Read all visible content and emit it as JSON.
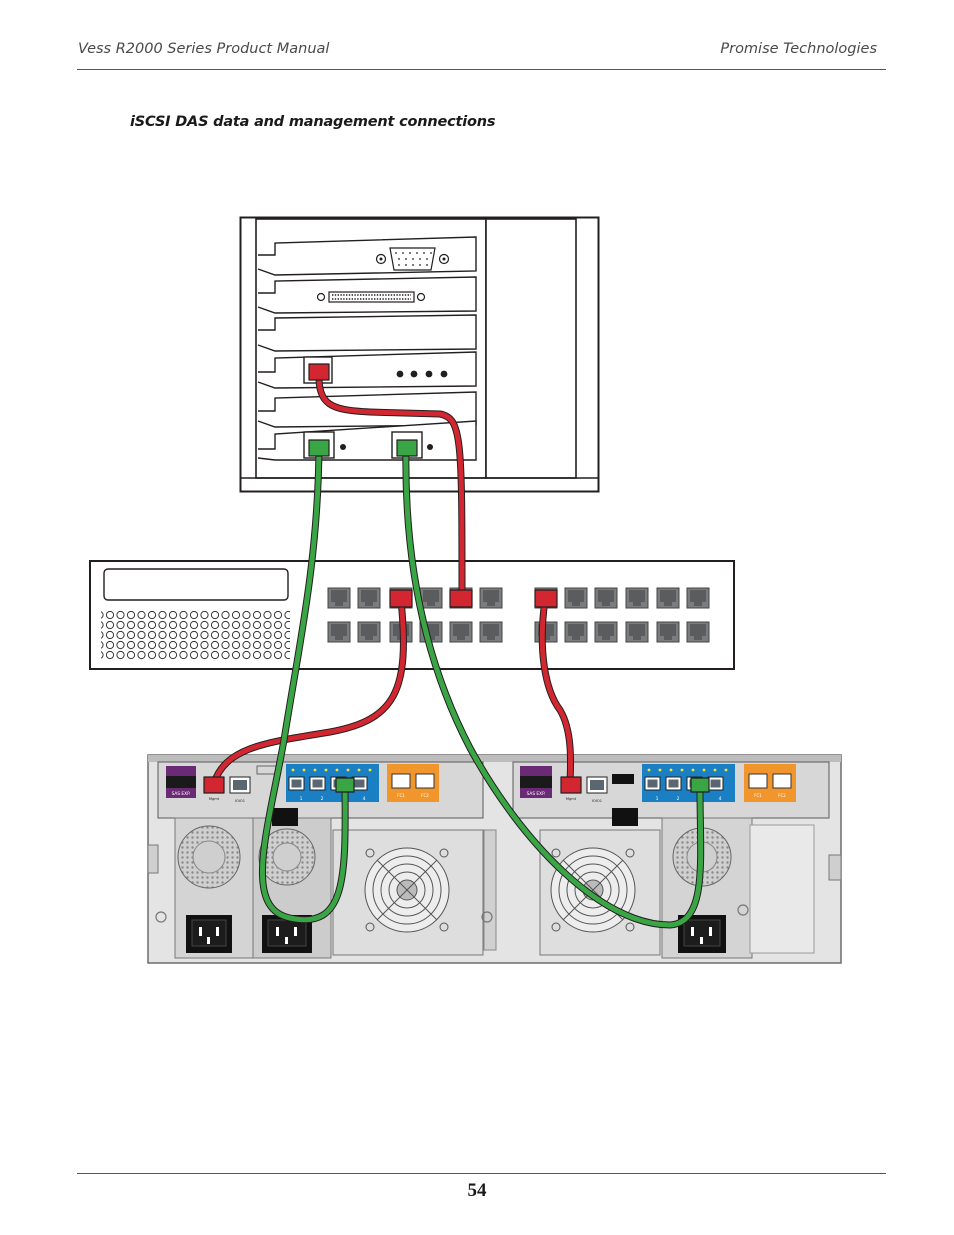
{
  "header": {
    "left": "Vess R2000 Series Product Manual",
    "right": "Promise Technologies"
  },
  "figure": {
    "caption": "iSCSI DAS data and management connections",
    "subsystem_labels": {
      "sas_expansion": "SAS EXP.",
      "management_port": "Mgmt",
      "console_port": "IOIO1",
      "iscsi_port_marks": [
        "1",
        "2",
        "3",
        "4"
      ],
      "fc_ports": [
        "FC1",
        "FC2"
      ]
    },
    "cable_colors": {
      "data": "#3aa544",
      "management": "#d22630"
    }
  },
  "footer": {
    "page_number": "54"
  }
}
